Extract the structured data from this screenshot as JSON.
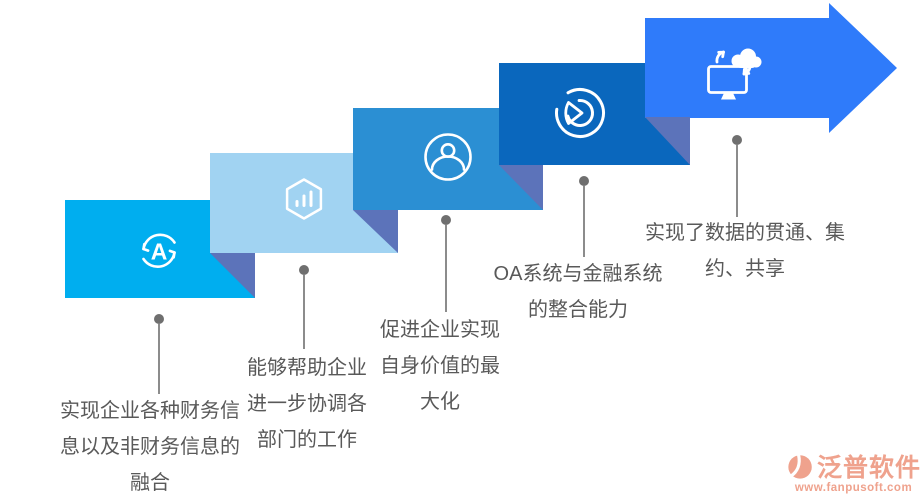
{
  "colors": {
    "step1": "#00AEEF",
    "step2": "#A1D3F2",
    "step3": "#2B8FD3",
    "step4": "#0A67BD",
    "arrow": "#2F7BFA",
    "fold": "#5C73BA",
    "caption": "#595959",
    "connector-dot": "#6f6f6f",
    "connector-line": "#8c8c8c",
    "watermark": "#EFA28D"
  },
  "icons": {
    "sync_letter": "A"
  },
  "steps": [
    {
      "icon": "sync-a-icon",
      "lines": [
        "实现企业各种财务信",
        "息以及非财务信息的",
        "融合"
      ]
    },
    {
      "icon": "hexagon-chart-icon",
      "lines": [
        "能够帮助企业",
        "进一步协调各",
        "部门的工作"
      ]
    },
    {
      "icon": "user-icon",
      "lines": [
        "促进企业实现",
        "自身价值的最",
        "大化"
      ]
    },
    {
      "icon": "pie-chart-icon",
      "lines": [
        "OA系统与金融系统",
        "的整合能力"
      ]
    },
    {
      "icon": "computer-cloud-icon",
      "lines": [
        "实现了数据的贯通、集",
        "约、共享"
      ]
    }
  ],
  "watermark": {
    "brand": "泛普软件",
    "url": "www.fanpusoft.com"
  }
}
